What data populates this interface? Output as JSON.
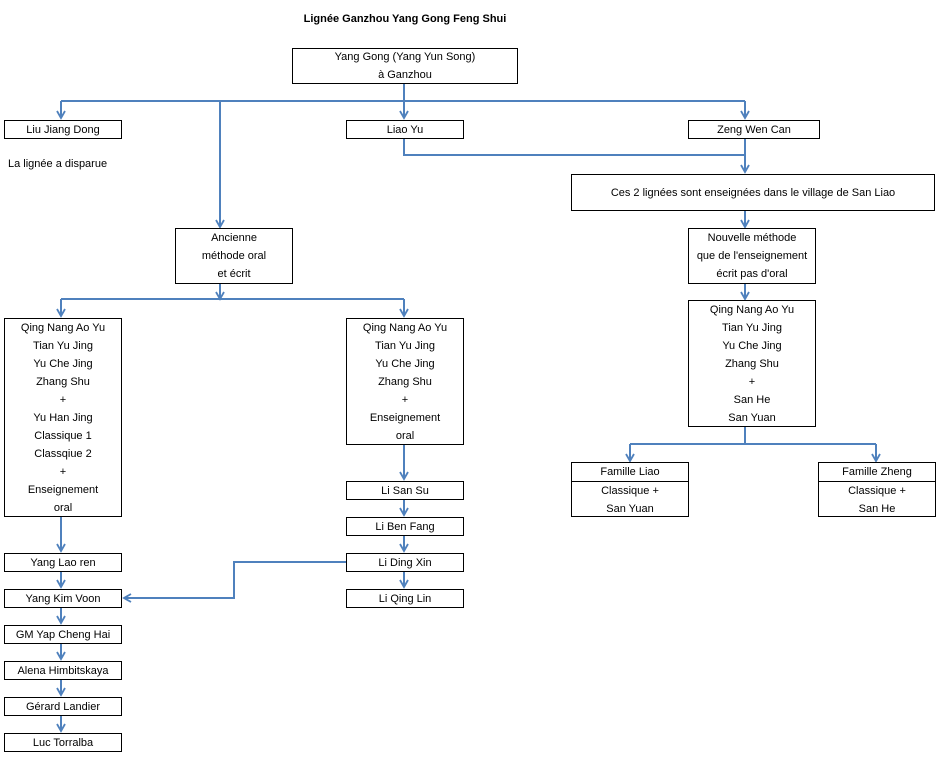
{
  "title": "Lignée Ganzhou Yang Gong Feng Shui",
  "root": [
    "Yang Gong (Yang Yun Song)",
    "à Ganzhou"
  ],
  "disciples": {
    "liu": "Liu Jiang Dong",
    "liao": "Liao Yu",
    "zeng": "Zeng Wen Can"
  },
  "note_disappeared": "La lignée a disparue",
  "san_liao_note": "Ces 2 lignées sont enseignées dans le village de San Liao",
  "ancienne": [
    "Ancienne",
    "méthode oral",
    "et écrit"
  ],
  "nouvelle": [
    "Nouvelle méthode",
    "que de l'enseignement",
    "écrit pas d'oral"
  ],
  "texts_left": [
    "Qing Nang Ao Yu",
    "Tian Yu Jing",
    "Yu Che Jing",
    "Zhang Shu",
    "+",
    "Yu Han Jing",
    "Classique 1",
    "Classqiue 2",
    "+",
    "Enseignement",
    "oral"
  ],
  "texts_mid": [
    "Qing Nang Ao Yu",
    "Tian Yu Jing",
    "Yu Che Jing",
    "Zhang Shu",
    "+",
    "Enseignement",
    "oral"
  ],
  "texts_right": [
    "Qing Nang Ao Yu",
    "Tian Yu Jing",
    "Yu Che Jing",
    "Zhang Shu",
    "+",
    "San He",
    "San Yuan"
  ],
  "famille_liao": {
    "name": "Famille Liao",
    "lines": [
      "Classique +",
      "San Yuan"
    ]
  },
  "famille_zheng": {
    "name": "Famille Zheng",
    "lines": [
      "Classique +",
      "San He"
    ]
  },
  "left_chain": [
    "Yang Lao ren",
    "Yang Kim Voon",
    "GM Yap Cheng Hai",
    "Alena Himbitskaya",
    "Gérard Landier",
    "Luc Torralba"
  ],
  "mid_chain": [
    "Li San Su",
    "Li Ben Fang",
    "Li Ding Xin",
    "Li Qing Lin"
  ],
  "colors": {
    "arrow": "#4f81bd",
    "border": "#000000"
  }
}
